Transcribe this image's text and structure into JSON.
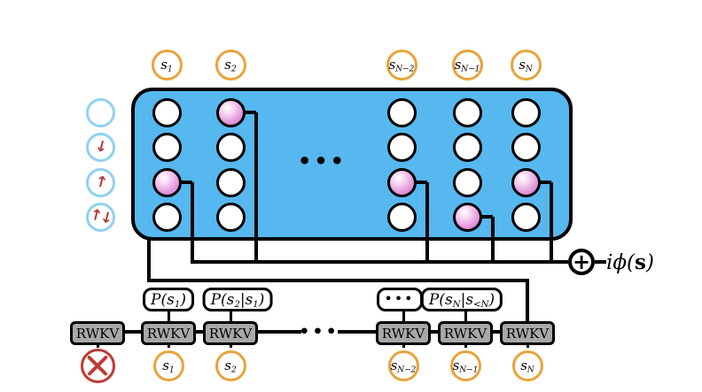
{
  "figure": {
    "top_spin_labels": [
      "s_1",
      "s_2",
      "s_{N−2}",
      "s_{N−1}",
      "s_N"
    ],
    "legend_states": [
      {
        "name": "empty",
        "glyph": ""
      },
      {
        "name": "spin-down",
        "glyph": "↓"
      },
      {
        "name": "spin-up",
        "glyph": "↑"
      },
      {
        "name": "spin-up-down",
        "glyph": "↑↓"
      }
    ],
    "onehot_grid": {
      "rows": 4,
      "columns": [
        {
          "label": "s_1",
          "selected_row": 3
        },
        {
          "label": "s_2",
          "selected_row": 1
        },
        {
          "label": "s_{N−2}",
          "selected_row": 3
        },
        {
          "label": "s_{N−1}",
          "selected_row": 4
        },
        {
          "label": "s_N",
          "selected_row": 3
        }
      ],
      "ellipsis": "•••"
    },
    "prob_labels": [
      {
        "text": "P(s_1)",
        "dots": false
      },
      {
        "text": "P(s_2|s_1)",
        "dots": false
      },
      {
        "text": "•••",
        "dots": true
      },
      {
        "text": "P(s_N|s_{<N})",
        "dots": false
      }
    ],
    "rwkv_label": "RWKV",
    "rwkv_count": 6,
    "chain_ellipsis": "•••",
    "bottom_tokens": [
      {
        "type": "start",
        "label": ""
      },
      {
        "type": "spin",
        "label": "s_1"
      },
      {
        "type": "spin",
        "label": "s_2"
      },
      {
        "type": "spin",
        "label": "s_{N−2}"
      },
      {
        "type": "spin",
        "label": "s_{N−1}"
      },
      {
        "type": "spin",
        "label": "s_N"
      }
    ],
    "plus_symbol": "+",
    "phase_label": "iϕ(**s**)",
    "colors": {
      "box_fill": "#56b8ef",
      "selected_pink": "#d06fc8",
      "spin_circle_orange": "#e8a33b",
      "legend_blue": "#8fd2f2",
      "start_red": "#bf3a32",
      "rwkv_gray": "#a8a8a8",
      "arrow_red": "#b23b34",
      "line_black": "#000000"
    }
  }
}
